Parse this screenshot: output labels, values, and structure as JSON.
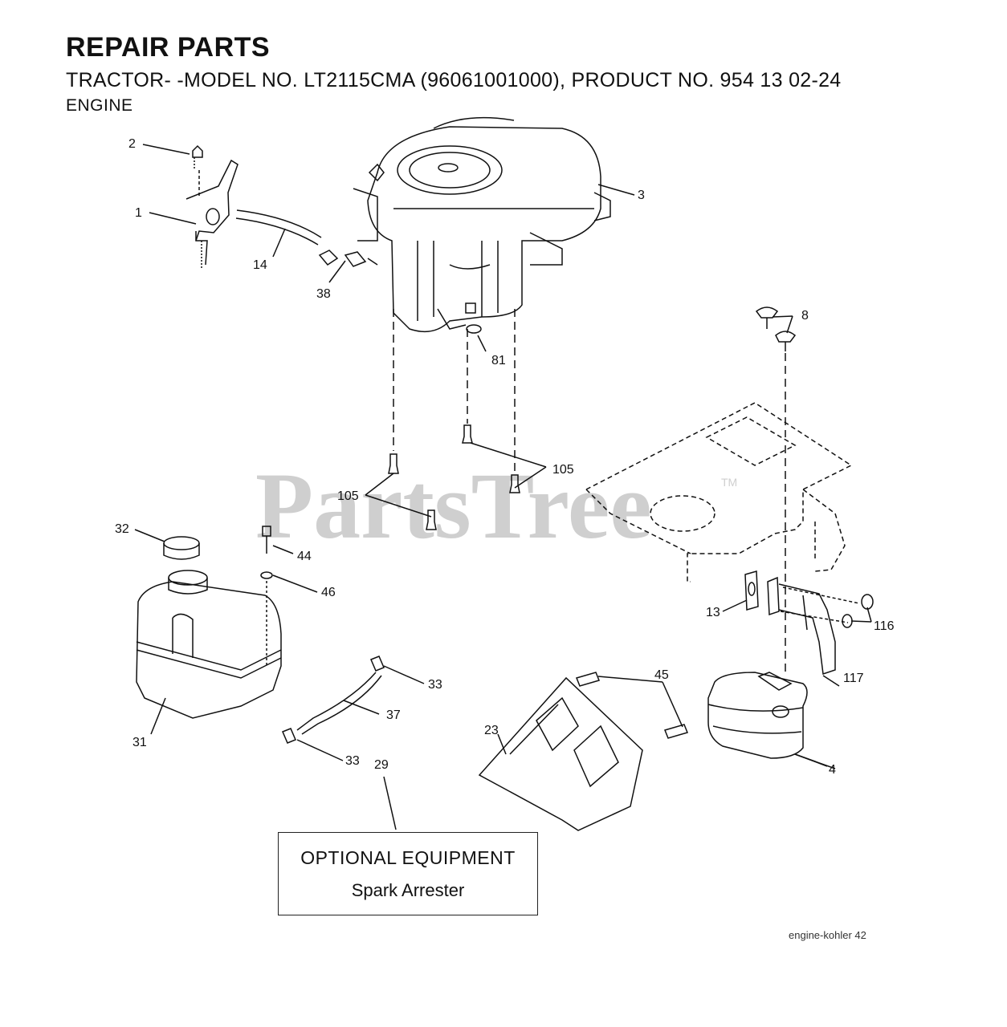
{
  "header": {
    "title": "REPAIR PARTS",
    "subtitle": "TRACTOR- -MODEL NO. LT2115CMA (96061001000), PRODUCT NO. 954 13 02-24",
    "section": "ENGINE"
  },
  "watermark": {
    "text": "PartsTree",
    "tm": "TM"
  },
  "callouts": {
    "c1": "1",
    "c2": "2",
    "c3": "3",
    "c4": "4",
    "c8": "8",
    "c13": "13",
    "c14": "14",
    "c23": "23",
    "c29": "29",
    "c31": "31",
    "c32": "32",
    "c33a": "33",
    "c33b": "33",
    "c37": "37",
    "c38": "38",
    "c44": "44",
    "c45": "45",
    "c46": "46",
    "c81": "81",
    "c105a": "105",
    "c105b": "105",
    "c116": "116",
    "c117": "117"
  },
  "optional_box": {
    "heading": "OPTIONAL EQUIPMENT",
    "item": "Spark Arrester"
  },
  "footer": {
    "ref": "engine-kohler 42"
  }
}
